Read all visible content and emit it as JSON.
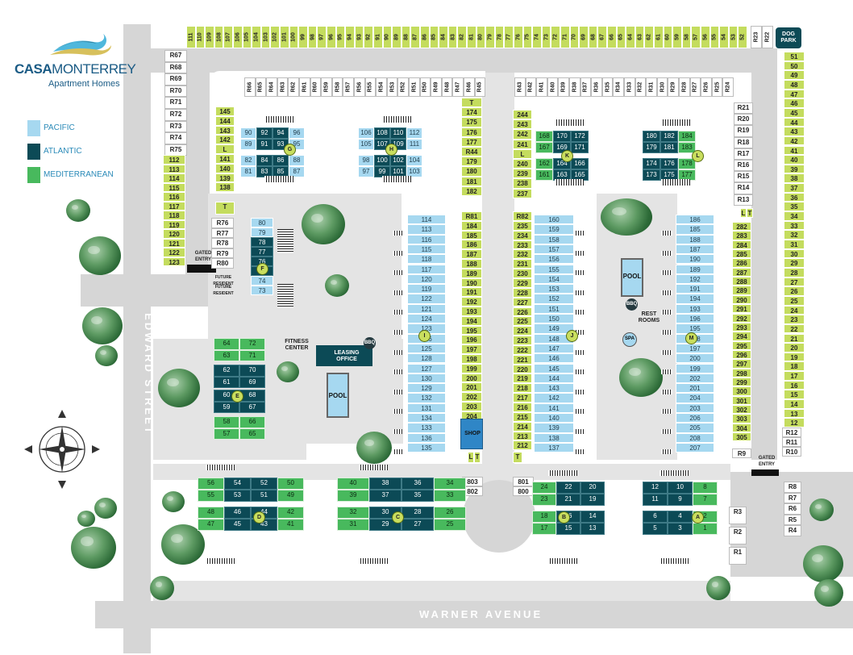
{
  "colors": {
    "pacific": "#a6d8f0",
    "atlantic": "#0c4a56",
    "mediterranean": "#48b95d",
    "garage": "#c4dc5e",
    "road": "#d6d6d6"
  },
  "brand": {
    "name_part1": "CASA",
    "name_part2": "MONTERREY",
    "tagline": "Apartment Homes"
  },
  "legend": [
    {
      "label": "PACIFIC",
      "color": "#a6d8f0"
    },
    {
      "label": "ATLANTIC",
      "color": "#0c4a56"
    },
    {
      "label": "MEDITERRANEAN",
      "color": "#48b95d"
    }
  ],
  "streets": {
    "edward": "EDWARD STREET",
    "warner": "WARNER AVENUE"
  },
  "amenities": {
    "dog_park": "DOG PARK",
    "gated_entry": "GATED ENTRY",
    "fitness": "FITNESS CENTER",
    "leasing": "LEASING OFFICE",
    "bbq": "BBQ",
    "pool": "POOL",
    "rest": "REST ROOMS",
    "spa": "SPA",
    "shop": "SHOP",
    "future": "FUTURE RESIDENT"
  },
  "parking": {
    "top_row": [
      "111",
      "110",
      "109",
      "108",
      "107",
      "106",
      "105",
      "104",
      "103",
      "102",
      "101",
      "100",
      "99",
      "98",
      "97",
      "96",
      "95",
      "94",
      "93",
      "92",
      "91",
      "90",
      "89",
      "88",
      "87",
      "86",
      "85",
      "84",
      "83",
      "82",
      "81",
      "80",
      "79",
      "78",
      "77",
      "76",
      "75",
      "74",
      "73",
      "72",
      "71",
      "70",
      "69",
      "68",
      "67",
      "66",
      "65",
      "64",
      "63",
      "62",
      "61",
      "60",
      "59",
      "58",
      "57",
      "56",
      "55",
      "54",
      "53",
      "52"
    ],
    "top_right": [
      "R23",
      "R22"
    ],
    "right_col": [
      "51",
      "50",
      "49",
      "48",
      "47",
      "46",
      "45",
      "44",
      "43",
      "42",
      "41",
      "40",
      "39",
      "38",
      "37",
      "36",
      "35",
      "34",
      "33",
      "32",
      "31",
      "30",
      "29",
      "28",
      "27",
      "26",
      "25",
      "24",
      "23",
      "22",
      "21",
      "20",
      "19",
      "18",
      "17",
      "16",
      "15",
      "14",
      "13",
      "12"
    ],
    "left_r": [
      "R67",
      "R68",
      "R69",
      "R70",
      "R71",
      "R72",
      "R73",
      "R74",
      "R75"
    ],
    "left_g": [
      "112",
      "113",
      "114",
      "115",
      "116",
      "117",
      "118",
      "119",
      "120",
      "121",
      "122",
      "123"
    ],
    "mid_r": [
      "R76",
      "R77",
      "R78",
      "R79",
      "R80"
    ],
    "inner_top_left": [
      "R66",
      "R65",
      "R64",
      "R63",
      "R62",
      "R61",
      "R60",
      "R59",
      "R58",
      "R57",
      "R56",
      "R55",
      "R54",
      "R53",
      "R52",
      "R51",
      "R50",
      "R49",
      "R48",
      "R47",
      "R46",
      "R45"
    ],
    "inner_top_right": [
      "R43",
      "R42",
      "R41",
      "R40",
      "R39",
      "R38",
      "R37",
      "R36",
      "R35",
      "R34",
      "R33",
      "R32",
      "R31",
      "R30",
      "R29",
      "R28",
      "R27",
      "R26",
      "R25",
      "R24"
    ],
    "g_col_left": [
      "145",
      "144",
      "143",
      "142",
      "L",
      "141",
      "140",
      "139",
      "138"
    ],
    "g_col_left_t": "T",
    "h_col_right": [
      "T",
      "174",
      "175",
      "176",
      "177",
      "R44",
      "179",
      "180",
      "181",
      "182"
    ],
    "k_col_left": [
      "244",
      "243",
      "242",
      "241",
      "L",
      "240",
      "239",
      "238",
      "237"
    ],
    "right_r": [
      "R21",
      "R20",
      "R19",
      "R18",
      "R17",
      "R16",
      "R15",
      "R14",
      "R13"
    ],
    "i_col": [
      "R81",
      "184",
      "185",
      "186",
      "187",
      "188",
      "189",
      "190",
      "191",
      "192",
      "193",
      "194",
      "195",
      "196",
      "197",
      "198",
      "199",
      "200",
      "201",
      "202",
      "203",
      "204"
    ],
    "j_col": [
      "R82",
      "235",
      "234",
      "233",
      "232",
      "231",
      "230",
      "229",
      "228",
      "227",
      "226",
      "225",
      "224",
      "223",
      "222",
      "221",
      "220",
      "219",
      "218",
      "217",
      "216",
      "215",
      "214",
      "213",
      "212"
    ],
    "m_col": [
      "282",
      "283",
      "284",
      "285",
      "286",
      "287",
      "288",
      "289",
      "290",
      "291",
      "292",
      "293",
      "294",
      "295",
      "296",
      "297",
      "298",
      "299",
      "300",
      "301",
      "302",
      "303",
      "304",
      "305"
    ],
    "right_bottom_r": [
      "R12",
      "R11",
      "R10"
    ],
    "r9": "R9",
    "lt": [
      "L",
      "T"
    ],
    "right_lower": [
      "R8",
      "R7",
      "R6",
      "R5",
      "R4"
    ],
    "a_col_r": [
      "R3",
      "R2",
      "R1"
    ],
    "center": [
      "803",
      "802",
      "801",
      "800"
    ]
  },
  "units": {
    "G": [
      [
        "90",
        "92",
        "94",
        "96"
      ],
      [
        "89",
        "91",
        "93",
        "95"
      ],
      [
        "82",
        "84",
        "86",
        "88"
      ],
      [
        "81",
        "83",
        "85",
        "87"
      ]
    ],
    "H": [
      [
        "106",
        "108",
        "110",
        "112"
      ],
      [
        "105",
        "107",
        "109",
        "111"
      ],
      [
        "98",
        "100",
        "102",
        "104"
      ],
      [
        "97",
        "99",
        "101",
        "103"
      ]
    ],
    "K": [
      [
        "168",
        "170",
        "172"
      ],
      [
        "167",
        "169",
        "171"
      ],
      [
        "162",
        "164",
        "166"
      ],
      [
        "161",
        "163",
        "165"
      ]
    ],
    "L": [
      [
        "180",
        "182",
        "184"
      ],
      [
        "179",
        "181",
        "183"
      ],
      [
        "174",
        "176",
        "178"
      ],
      [
        "173",
        "175",
        "177"
      ]
    ],
    "F": [
      "80",
      "79",
      "78",
      "77",
      "76",
      "75",
      "74",
      "73"
    ],
    "I": [
      "114",
      "113",
      "116",
      "115",
      "118",
      "117",
      "120",
      "119",
      "122",
      "121",
      "124",
      "123",
      "126",
      "125",
      "128",
      "127",
      "130",
      "129",
      "132",
      "131",
      "134",
      "133",
      "136",
      "135"
    ],
    "J": [
      "160",
      "159",
      "158",
      "157",
      "156",
      "155",
      "154",
      "153",
      "152",
      "151",
      "150",
      "149",
      "148",
      "147",
      "146",
      "145",
      "144",
      "143",
      "142",
      "141",
      "140",
      "139",
      "138",
      "137"
    ],
    "M": [
      "186",
      "185",
      "188",
      "187",
      "190",
      "189",
      "192",
      "191",
      "194",
      "193",
      "196",
      "195",
      "198",
      "197",
      "200",
      "199",
      "202",
      "201",
      "204",
      "203",
      "206",
      "205",
      "208",
      "207"
    ],
    "E": [
      [
        "64",
        "72"
      ],
      [
        "63",
        "71"
      ],
      [
        "62",
        "70"
      ],
      [
        "61",
        "69"
      ],
      [
        "60",
        "68"
      ],
      [
        "59",
        "67"
      ],
      [
        "58",
        "66"
      ],
      [
        "57",
        "65"
      ]
    ],
    "D": [
      [
        "56",
        "54",
        "52",
        "50"
      ],
      [
        "55",
        "53",
        "51",
        "49"
      ],
      [
        "48",
        "46",
        "44",
        "42"
      ],
      [
        "47",
        "45",
        "43",
        "41"
      ]
    ],
    "C": [
      [
        "40",
        "38",
        "36",
        "34"
      ],
      [
        "39",
        "37",
        "35",
        "33"
      ],
      [
        "32",
        "30",
        "28",
        "26"
      ],
      [
        "31",
        "29",
        "27",
        "25"
      ]
    ],
    "B": [
      [
        "24",
        "22",
        "20"
      ],
      [
        "23",
        "21",
        "19"
      ],
      [
        "18",
        "16",
        "14"
      ],
      [
        "17",
        "15",
        "13"
      ]
    ],
    "A": [
      [
        "12",
        "10",
        "8"
      ],
      [
        "11",
        "9",
        "7"
      ],
      [
        "6",
        "4",
        "2"
      ],
      [
        "5",
        "3",
        "1"
      ]
    ]
  },
  "building_letters": [
    "G",
    "H",
    "K",
    "L",
    "F",
    "I",
    "J",
    "M",
    "E",
    "D",
    "C",
    "B",
    "A"
  ]
}
